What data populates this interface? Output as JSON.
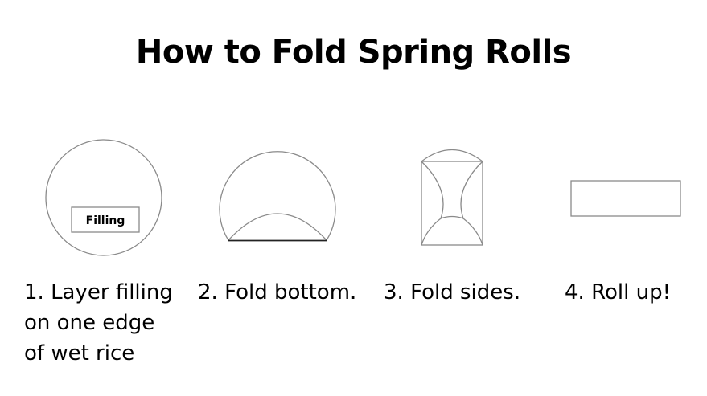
{
  "title": "How to Fold Spring Rolls",
  "filling_label": "Filling",
  "steps": [
    {
      "lines": [
        "1. Layer filling",
        "on one edge",
        "of wet rice"
      ]
    },
    {
      "lines": [
        "2. Fold bottom."
      ]
    },
    {
      "lines": [
        "3. Fold sides."
      ]
    },
    {
      "lines": [
        "4. Roll up!"
      ]
    }
  ],
  "colors": {
    "outline": "#888888",
    "dark_line": "#222222",
    "text": "#000000"
  }
}
